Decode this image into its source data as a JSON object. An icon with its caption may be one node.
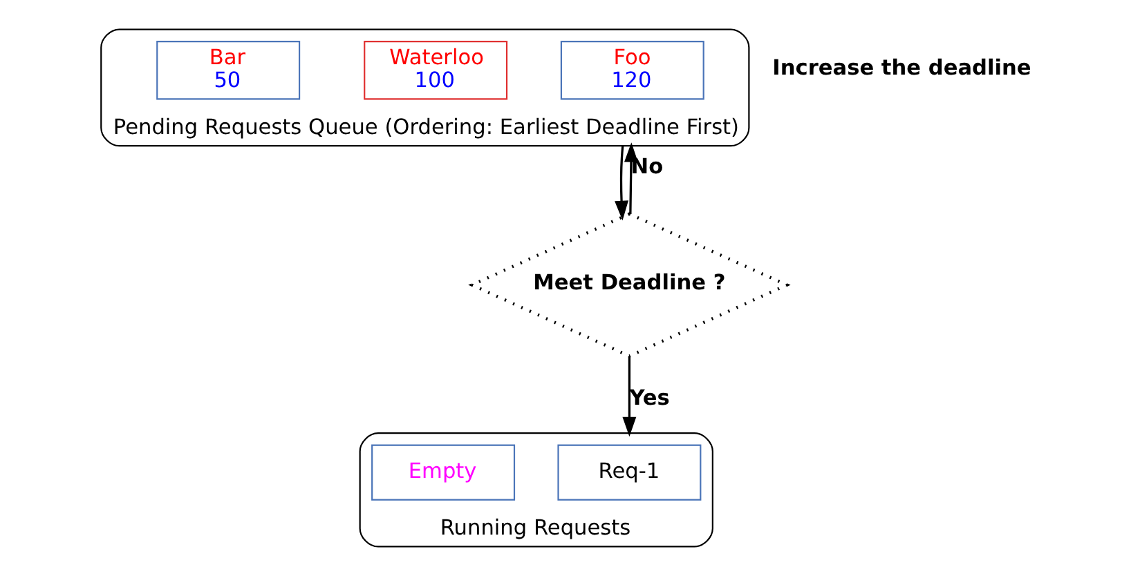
{
  "diagram": {
    "nodes": [
      {
        "text": [
          "Pending Requests Queue (Ordering: Earliest Deadline First)"
        ]
      },
      {
        "text": [
          "Foo",
          "120"
        ],
        "in": 0
      },
      {
        "text": [
          "Waterloo",
          "100"
        ],
        "in": 0
      },
      {
        "text": [
          "Bar",
          "50"
        ],
        "in": 0
      },
      {
        "text": [
          "Meet Deadline ?"
        ]
      },
      {
        "text": [
          "Running Requests"
        ]
      },
      {
        "text": [
          "Req-1"
        ],
        "in": 5
      },
      {
        "text": [
          "Empty"
        ],
        "in": 5
      }
    ],
    "edges": [
      {
        "from": 0,
        "to": 4,
        "arrow": "to"
      },
      {
        "from": 4,
        "to": 0,
        "arrow": "to",
        "label": "No"
      },
      {
        "from": 4,
        "to": 5,
        "arrow": "to",
        "label": "Yes"
      }
    ],
    "labels": [
      "Increase the deadline"
    ]
  }
}
